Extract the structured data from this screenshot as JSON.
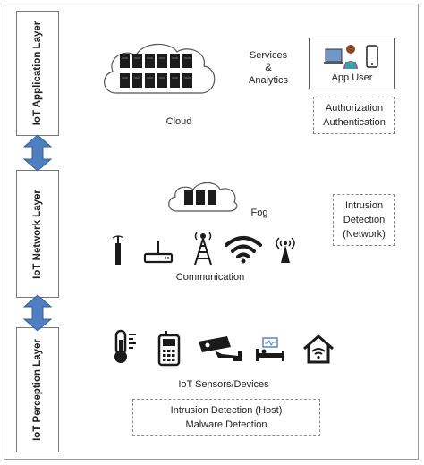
{
  "layers": {
    "application": "IoT Application Layer",
    "network": "IoT Network Layer",
    "perception": "IoT Perception Layer"
  },
  "application": {
    "cloud_label": "Cloud",
    "services_label": [
      "Services",
      "&",
      "Analytics"
    ],
    "app_user_label": "App User",
    "security_box": [
      "Authorization",
      "Authentication"
    ]
  },
  "network": {
    "fog_label": "Fog",
    "communication_label": "Communication",
    "security_box": [
      "Intrusion",
      "Detection",
      "(Network)"
    ]
  },
  "perception": {
    "devices_label": "IoT Sensors/Devices",
    "security_box": [
      "Intrusion Detection (Host)",
      "Malware Detection"
    ]
  },
  "colors": {
    "arrow": "#4f7fc0",
    "arrow_stroke": "#2f5f9a",
    "icon": "#1a1a1a"
  }
}
